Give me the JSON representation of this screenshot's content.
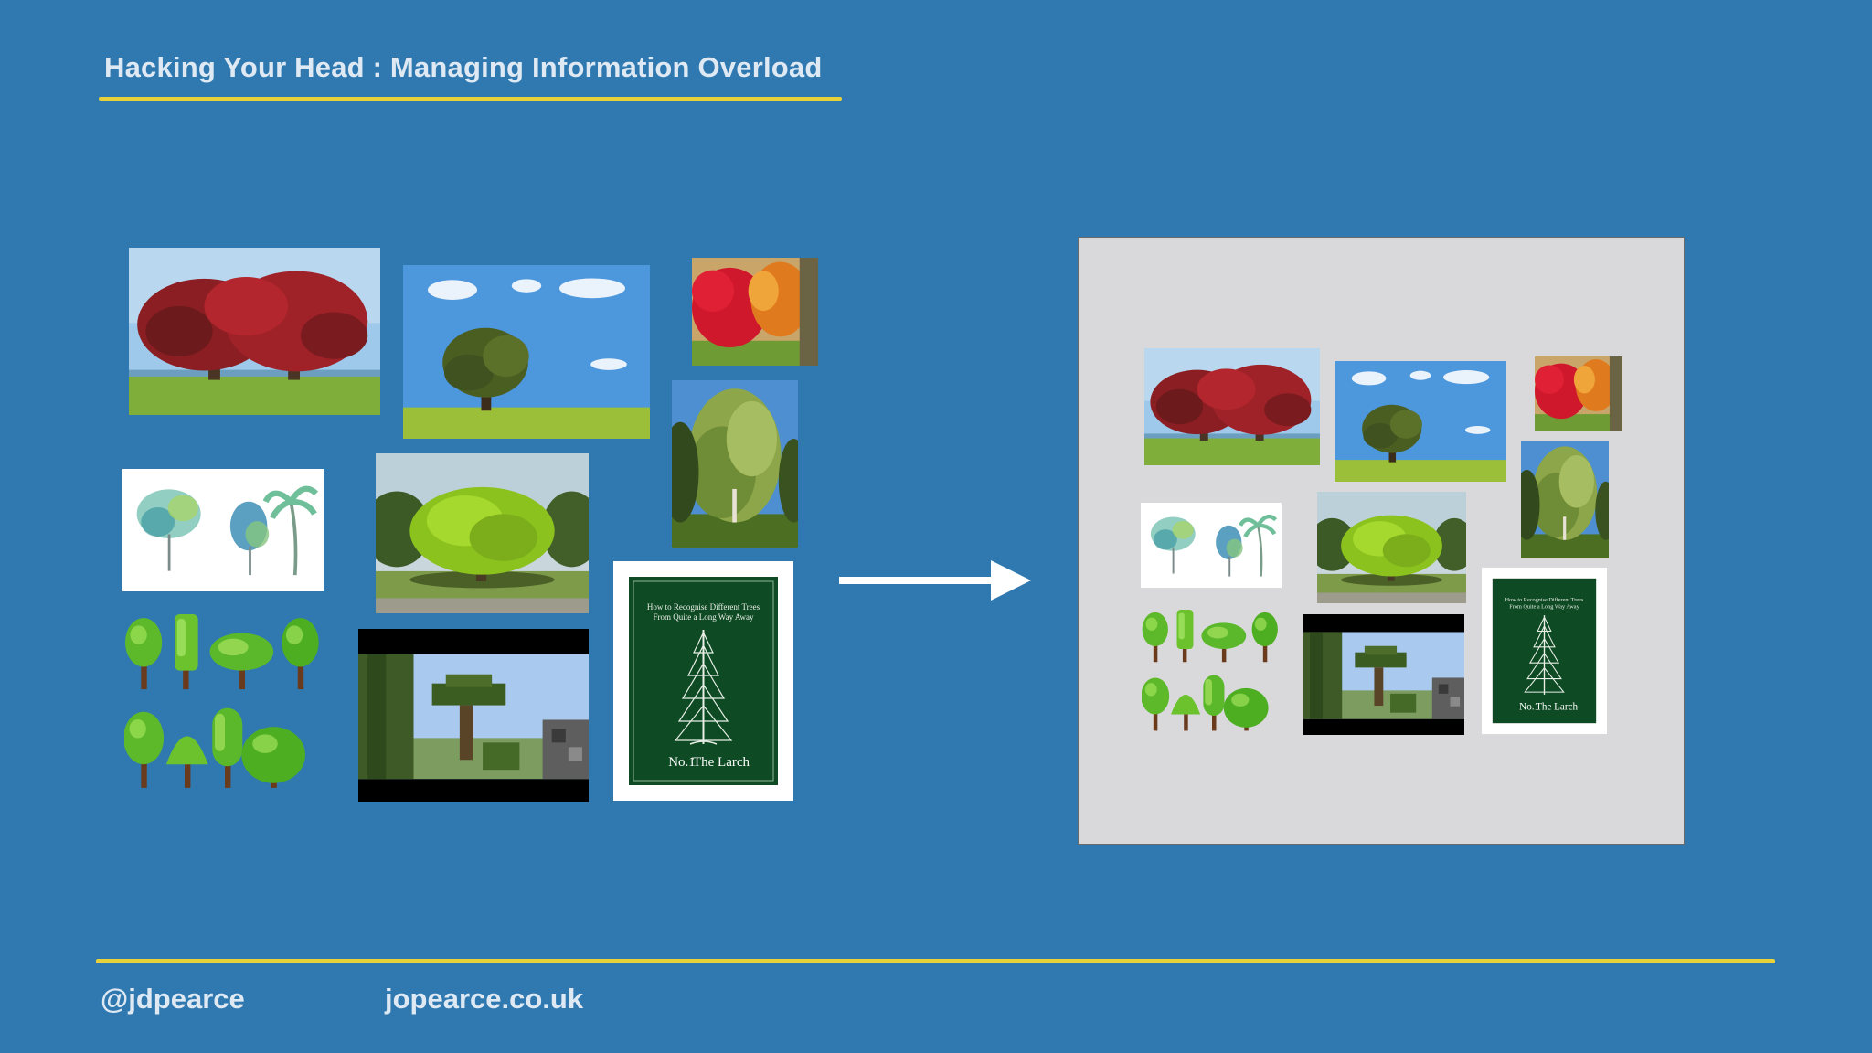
{
  "slide": {
    "title": "Hacking Your Head : Managing Information Overload",
    "footer": {
      "handle": "@jdpearce",
      "site": "jopearce.co.uk"
    }
  },
  "book_cover": {
    "line1": "How to Recognise Different Trees",
    "line2": "From Quite a Long Way Away",
    "number": "No.1",
    "name": "The Larch"
  },
  "icons": {
    "arrow": "right-arrow-icon",
    "pictures": [
      "red-flowering-tree-photo",
      "lone-oak-tree-photo",
      "autumn-maple-photo",
      "birch-tree-photo",
      "watercolor-trees-picture",
      "bright-green-tree-photo",
      "cartoon-trees-picture",
      "minecraft-tree-screenshot",
      "larch-book-cover"
    ]
  },
  "colors": {
    "background": "#2f79b0",
    "accent_rule": "#e8d23a",
    "text": "#dfe9f3",
    "board": "#d9d9dc"
  }
}
